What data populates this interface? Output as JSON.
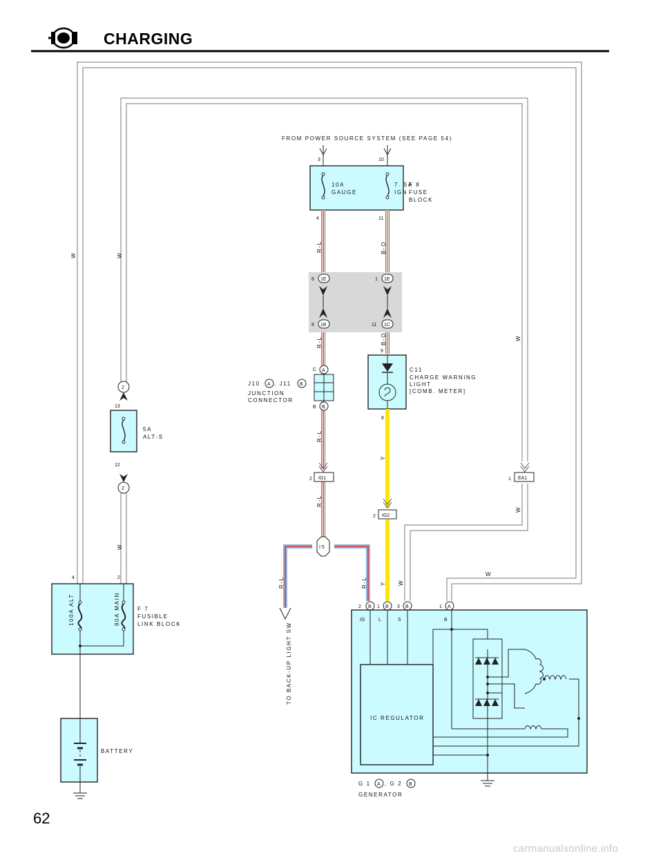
{
  "header": {
    "title": "CHARGING",
    "page_number": "62"
  },
  "watermark": "carmanualsonline.info",
  "notes": {
    "power_source": "FROM POWER SOURCE SYSTEM (SEE PAGE 54)",
    "back_up": "TO BACK-UP LIGHT SW"
  },
  "fuse_block": {
    "id": "F 8",
    "name1": "FUSE",
    "name2": "BLOCK",
    "fuse1_amp": "10A",
    "fuse1_name": "GAUGE",
    "fuse2_amp": "7. 5A",
    "fuse2_name": "IGN",
    "pin_in1": "3",
    "pin_in2": "10",
    "pin_out1": "4",
    "pin_out2": "11"
  },
  "junction_block": {
    "top_left_pin": "8",
    "top_left_conn": "1E",
    "top_right_pin": "1",
    "top_right_conn": "1E",
    "bottom_left_pin": "8",
    "bottom_left_conn": "1B",
    "bottom_right_pin": "11",
    "bottom_right_conn": "1C"
  },
  "junction_connector": {
    "prefix": "J10",
    "badge_a": "A",
    "mid": ", J11",
    "badge_b": "B",
    "name1": "JUNCTION",
    "name2": "CONNECTOR",
    "top_pin": "C",
    "top_badge": "A",
    "bottom_pin": "B",
    "bottom_badge": "B"
  },
  "charge_light": {
    "id": "C11",
    "name1": "CHARGE WARNING",
    "name2": "LIGHT",
    "name3": "[COMB. METER]",
    "pin_top": "9",
    "pin_bottom": "8"
  },
  "alt_s_fuse": {
    "amp": "5A",
    "name": "ALT-S",
    "pin_top": "13",
    "pin_bottom": "12",
    "conn_top": "2",
    "conn_bottom": "2"
  },
  "fusible_link": {
    "id": "F 7",
    "name1": "FUSIBLE",
    "name2": "LINK BLOCK",
    "link1": "100A ALT",
    "link2": "80A MAIN",
    "pin1": "4",
    "pin2": "2"
  },
  "battery": {
    "name": "BATTERY"
  },
  "connectors": {
    "ig1_pin": "2",
    "ig1": "IG1",
    "ig2_pin": "2",
    "ig2": "IG2",
    "ea1_pin": "1",
    "ea1": "EA1",
    "i5": "I 5"
  },
  "generator": {
    "prefix": "G 1",
    "badge_a": "A",
    "mid": ", G 2",
    "badge_b": "B",
    "name": "GENERATOR",
    "regulator": "IC REGULATOR",
    "term_ig": "IG",
    "term_l": "L",
    "term_s": "S",
    "term_b": "B",
    "pin_ig": "2",
    "badge_ig": "B",
    "pin_l": "1",
    "badge_l": "B",
    "pin_s": "3",
    "badge_s": "B",
    "pin_b": "1",
    "badge_b_term": "A"
  },
  "wire_colors": {
    "rl_1": "R-L",
    "rl_2": "R-L",
    "rl_3": "R-L",
    "rl_4": "R-L",
    "rl_5": "R-L",
    "rl_6": "R-L",
    "bo_1": "B-O",
    "bo_2": "B-O",
    "y_1": "Y",
    "y_2": "Y",
    "w_1": "W",
    "w_2": "W",
    "w_3": "W",
    "w_4": "W",
    "w_5": "W",
    "w_6": "W"
  },
  "colors": {
    "component_fill": "#ccfbff",
    "junction_fill": "#d8d8d8",
    "wire_red": "#e0392b",
    "wire_yellow": "#ffe600",
    "wire_tan": "#c9a97c",
    "wire_blue": "#8fb3e0"
  }
}
